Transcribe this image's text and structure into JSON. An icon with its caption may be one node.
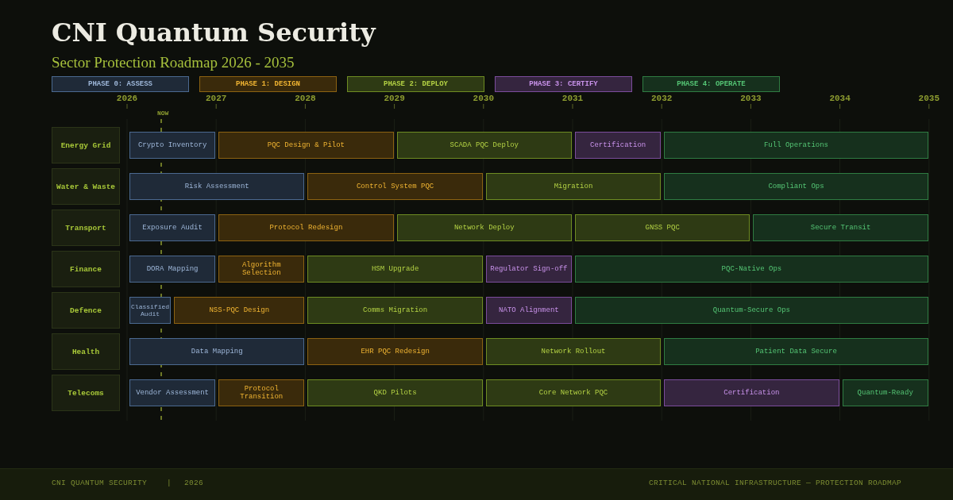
{
  "diagram": {
    "title": "CNI Quantum Security",
    "nodes": [
      {
        "text": [
          "PHASE 0: ASSESS"
        ]
      },
      {
        "text": [
          "PHASE 1: DESIGN"
        ]
      },
      {
        "text": [
          "PHASE 2: DEPLOY"
        ]
      },
      {
        "text": [
          "PHASE 3: CERTIFY"
        ]
      },
      {
        "text": [
          "PHASE 4: OPERATE"
        ]
      },
      {
        "text": [
          "Energy Grid"
        ]
      },
      {
        "text": [
          "Crypto Inventory"
        ]
      },
      {
        "text": [
          "PQC Design & Pilot"
        ]
      },
      {
        "text": [
          "SCADA PQC Deploy"
        ]
      },
      {
        "text": [
          "Certification"
        ]
      },
      {
        "text": [
          "Full Operations"
        ]
      },
      {
        "text": [
          "Water & Waste"
        ]
      },
      {
        "text": [
          "Risk Assessment"
        ]
      },
      {
        "text": [
          "Control System PQC"
        ]
      },
      {
        "text": [
          "Migration"
        ]
      },
      {
        "text": [
          "Compliant Ops"
        ]
      },
      {
        "text": [
          "Transport"
        ]
      },
      {
        "text": [
          "Exposure Audit"
        ]
      },
      {
        "text": [
          "Protocol Redesign"
        ]
      },
      {
        "text": [
          "Network Deploy"
        ]
      },
      {
        "text": [
          "GNSS PQC"
        ]
      },
      {
        "text": [
          "Secure Transit"
        ]
      },
      {
        "text": [
          "Finance"
        ]
      },
      {
        "text": [
          "DORA Mapping"
        ]
      },
      {
        "text": [
          "Algorithm Selection"
        ]
      },
      {
        "text": [
          "HSM Upgrade"
        ]
      },
      {
        "text": [
          "Regulator Sign-off"
        ]
      },
      {
        "text": [
          "PQC-Native Ops"
        ]
      },
      {
        "text": [
          "Defence"
        ]
      },
      {
        "text": [
          "Classified Audit"
        ]
      },
      {
        "text": [
          "NSS-PQC Design"
        ]
      },
      {
        "text": [
          "Comms Migration"
        ]
      },
      {
        "text": [
          "NATO Alignment"
        ]
      },
      {
        "text": [
          "Quantum-Secure Ops"
        ]
      },
      {
        "text": [
          "Health"
        ]
      },
      {
        "text": [
          "Data Mapping"
        ]
      },
      {
        "text": [
          "EHR PQC Redesign"
        ]
      },
      {
        "text": [
          "Network Rollout"
        ]
      },
      {
        "text": [
          "Patient Data Secure"
        ]
      },
      {
        "text": [
          "Telecoms"
        ]
      },
      {
        "text": [
          "Vendor Assessment"
        ]
      },
      {
        "text": [
          "Protocol Transition"
        ]
      },
      {
        "text": [
          "QKD Pilots"
        ]
      },
      {
        "text": [
          "Core Network PQC"
        ]
      },
      {
        "text": [
          "Certification"
        ]
      },
      {
        "text": [
          "Quantum-Ready"
        ]
      }
    ],
    "labels": [
      "Sector Protection Roadmap 2026 - 2035",
      "2026",
      "2027",
      "2028",
      "2029",
      "2030",
      "2031",
      "2032",
      "2033",
      "2034",
      "2035",
      "NOW",
      "CNI QUANTUM SECURITY",
      "|",
      "2026",
      "CRITICAL NATIONAL INFRASTRUCTURE — PROTECTION ROADMAP"
    ]
  }
}
